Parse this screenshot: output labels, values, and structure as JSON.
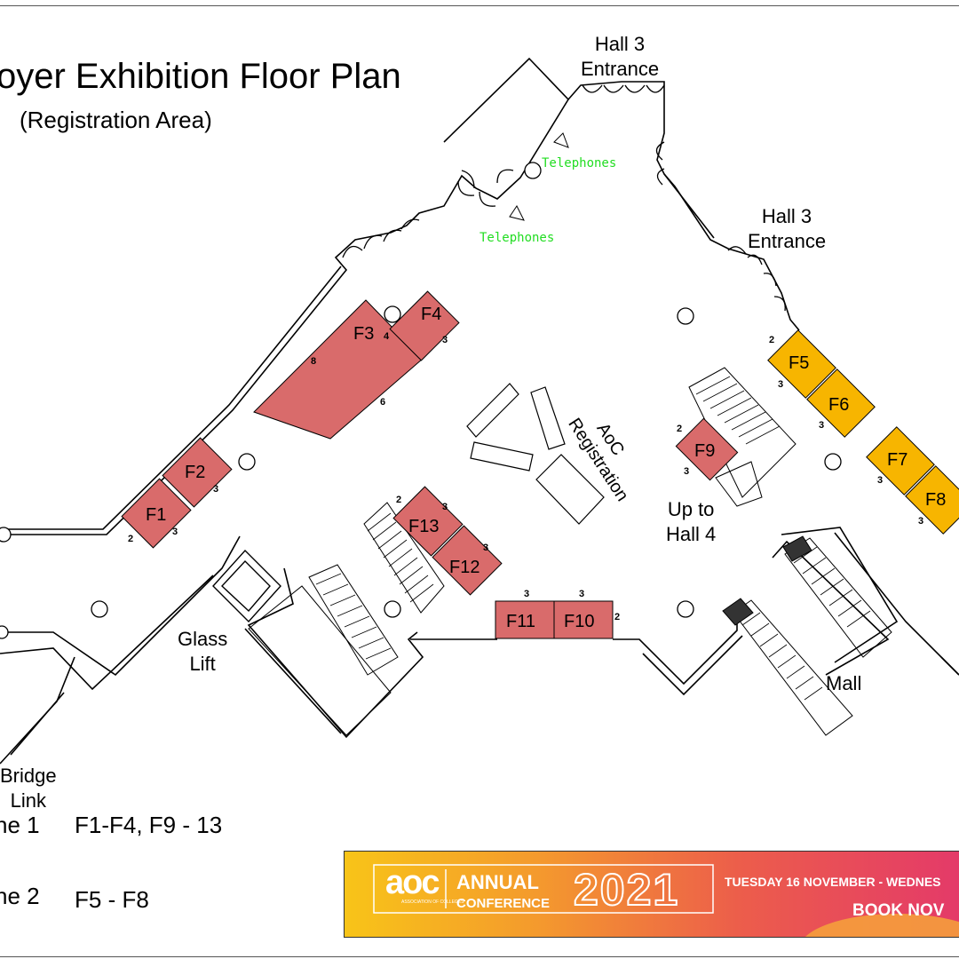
{
  "title": "oyer Exhibition Floor Plan",
  "subtitle": "(Registration  Area)",
  "labels": {
    "hall3_top": "Hall 3\nEntrance",
    "hall3_right": "Hall 3\nEntrance",
    "telephones_1": "Telephones",
    "telephones_2": "Telephones",
    "aoc_registration": "AoC\nRegistration",
    "up_to_hall4": "Up to\nHall 4",
    "glass_lift": "Glass\nLift",
    "mall": "Mall",
    "bridge_link": "Bridge\nLink"
  },
  "zones": [
    {
      "name": "ne 1",
      "stands": "F1-F4, F9 - 13"
    },
    {
      "name": "ne 2",
      "stands": "F5 - F8"
    }
  ],
  "colors": {
    "zone1_stand": "#d96b6b",
    "zone2_stand": "#f7b500",
    "telephones_text": "#22dd22"
  },
  "stands": [
    {
      "id": "F1",
      "zone": 1,
      "dims": [
        "2",
        "3"
      ]
    },
    {
      "id": "F2",
      "zone": 1,
      "dims": [
        "3"
      ]
    },
    {
      "id": "F3",
      "zone": 1,
      "dims": [
        "4",
        "8",
        "6"
      ]
    },
    {
      "id": "F4",
      "zone": 1,
      "dims": [
        "3"
      ]
    },
    {
      "id": "F5",
      "zone": 2,
      "dims": [
        "2",
        "3"
      ]
    },
    {
      "id": "F6",
      "zone": 2,
      "dims": [
        "3"
      ]
    },
    {
      "id": "F7",
      "zone": 2,
      "dims": [
        "3"
      ]
    },
    {
      "id": "F8",
      "zone": 2,
      "dims": [
        "3"
      ]
    },
    {
      "id": "F9",
      "zone": 1,
      "dims": [
        "2",
        "3"
      ]
    },
    {
      "id": "F10",
      "zone": 1,
      "dims": [
        "3",
        "2"
      ]
    },
    {
      "id": "F11",
      "zone": 1,
      "dims": [
        "3"
      ]
    },
    {
      "id": "F12",
      "zone": 1,
      "dims": [
        "3"
      ]
    },
    {
      "id": "F13",
      "zone": 1,
      "dims": [
        "2",
        "3"
      ]
    }
  ],
  "banner": {
    "logo_text": "aoc",
    "logo_subtext": "ASSOCIATION OF COLLEGES",
    "annual": "ANNUAL",
    "conference": "CONFERENCE",
    "year": "2021",
    "date_text": "TUESDAY 16 NOVEMBER - WEDNES",
    "cta": "BOOK NOV"
  }
}
